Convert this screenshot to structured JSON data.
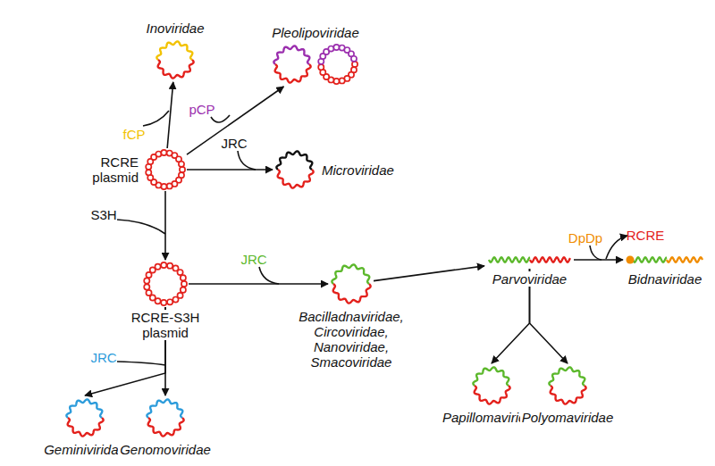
{
  "diagram": {
    "nodes": [
      {
        "text": [
          "RCRE plasmid"
        ]
      },
      {
        "text": [
          "Inoviridae"
        ]
      },
      {
        "text": [
          "Pleolipoviridae"
        ]
      },
      {
        "text": [
          "Microviridae"
        ]
      },
      {
        "text": [
          "RCRE-S3H plasmid"
        ]
      },
      {
        "text": [
          "Bacilladnaviridae, Circoviridae, Nanoviridae, Smacoviridae"
        ]
      },
      {
        "text": [
          "Parvoviridae"
        ]
      },
      {
        "text": [
          "Bidnaviridae"
        ]
      },
      {
        "text": [
          "Papillomaviridae"
        ]
      },
      {
        "text": [
          "Polyomaviridae"
        ]
      },
      {
        "text": [
          "Geminiviridae"
        ]
      },
      {
        "text": [
          "Genomoviridae"
        ]
      }
    ],
    "edges": [
      {
        "from": 0,
        "to": 1,
        "arrow": "to",
        "label": "fCP"
      },
      {
        "from": 0,
        "to": 2,
        "arrow": "to",
        "label": "pCP"
      },
      {
        "from": 0,
        "to": 3,
        "arrow": "to",
        "label": "JRC"
      },
      {
        "from": 0,
        "to": 4,
        "arrow": "to",
        "label": "S3H"
      },
      {
        "from": 4,
        "to": 5,
        "arrow": "to",
        "label": "JRC"
      },
      {
        "from": 5,
        "to": 6,
        "arrow": "to"
      },
      {
        "from": 6,
        "to": 7,
        "arrow": "to",
        "label": "DpDp"
      },
      {
        "from": 6,
        "to": 8,
        "arrow": "to"
      },
      {
        "from": 6,
        "to": 9,
        "arrow": "to"
      },
      {
        "from": 4,
        "to": 10,
        "arrow": "to",
        "label": "JRC"
      },
      {
        "from": 4,
        "to": 11,
        "arrow": "to"
      }
    ],
    "labels": [
      "RCRE"
    ]
  }
}
